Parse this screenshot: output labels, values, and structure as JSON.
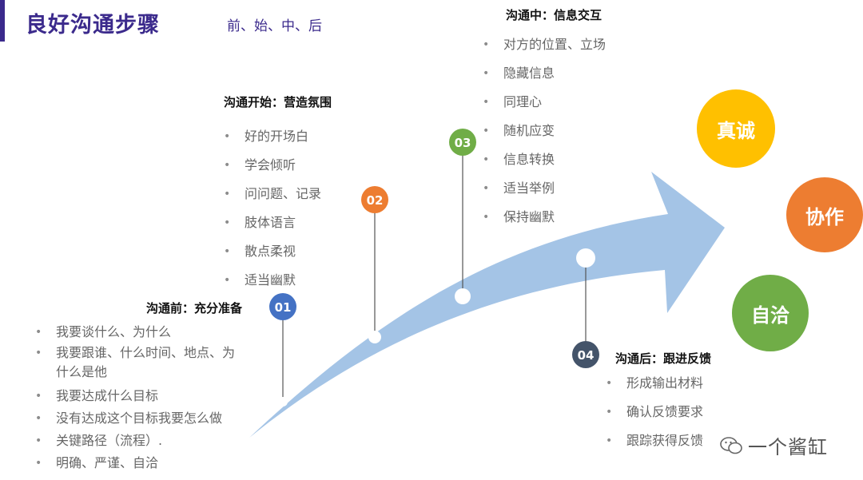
{
  "title": "良好沟通步骤",
  "subtitle": "前、始、中、后",
  "stages": [
    {
      "number": "01",
      "heading": "沟通前：充分准备",
      "items": [
        "我要谈什么、为什么",
        "我要跟谁、什么时间、地点、为什么是他",
        "我要达成什么目标",
        "没有达成这个目标我要怎么做",
        "关键路径（流程）.",
        "明确、严谨、自洽"
      ]
    },
    {
      "number": "02",
      "heading": "沟通开始：营造氛围",
      "items": [
        "好的开场白",
        "学会倾听",
        "问问题、记录",
        "肢体语言",
        "散点柔视",
        "适当幽默"
      ]
    },
    {
      "number": "03",
      "heading": "沟通中：信息交互",
      "items": [
        "对方的位置、立场",
        "隐藏信息",
        "同理心",
        "随机应变",
        "信息转换",
        "适当举例",
        "保持幽默"
      ]
    },
    {
      "number": "04",
      "heading": "沟通后：跟进反馈",
      "items": [
        "形成输出材料",
        "确认反馈要求",
        "跟踪获得反馈"
      ]
    }
  ],
  "values": [
    "真诚",
    "协作",
    "自洽"
  ],
  "watermark": "一个酱缸",
  "colors": {
    "title": "#3b2a8c",
    "arrow": "#a4c4e6",
    "stage_01": "#4472c4",
    "stage_02": "#ed7d31",
    "stage_03": "#70ad47",
    "stage_04": "#44546a",
    "value_1": "#ffc000",
    "value_2": "#ed7d31",
    "value_3": "#70ad47"
  }
}
